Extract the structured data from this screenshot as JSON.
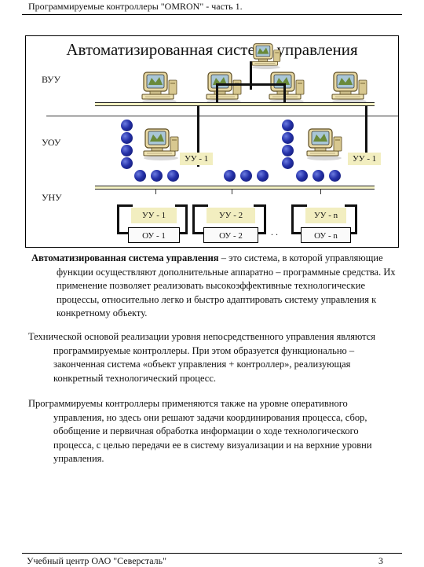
{
  "header": {
    "title": "Программируемые контроллеры \"OMRON\" - часть 1."
  },
  "diagram": {
    "title": "Автоматизированная система управления",
    "levels": {
      "top": "ВУУ",
      "middle": "УОУ",
      "bottom": "УНУ"
    },
    "middle_tags": [
      "УУ - 1",
      "УУ - 1"
    ],
    "control_units": [
      "УУ - 1",
      "УУ - 2",
      "УУ - n"
    ],
    "objects": [
      "ОУ - 1",
      "ОУ - 2",
      "ОУ - n"
    ],
    "ellipsis": ". .",
    "icons": {
      "computer": "computer-icon",
      "device": "device-dot-icon"
    },
    "colors": {
      "bus_fill": "#f5f3c4",
      "uu_fill": "#f2eec0",
      "dot_blue": "#2430a8"
    }
  },
  "text": {
    "p1_bold": "Автоматизированная система управления",
    "p1_rest": " – это система, в которой управляющие функции осуществляют дополнительные аппаратно – программные средства. Их применение позволяет реализовать высокоэффективные технологические процессы, относительно легко и быстро адаптировать систему управления к конкретному объекту.",
    "p2": "Технической основой реализации уровня непосредственного управления являются программируемые контроллеры. При этом образуется функционально – законченная система «объект управления + контроллер», реализующая конкретный технологический процесс.",
    "p3": "Программируемы контроллеры применяются также на уровне оперативного управления, но здесь они решают задачи координирования процесса, сбор, обобщение и первичная обработка информации о ходе технологического процесса, с целью передачи ее в систему визуализации и на верхние уровни управления."
  },
  "footer": {
    "left": "Учебный центр ОАО \"Северсталь\"",
    "page": "3"
  }
}
